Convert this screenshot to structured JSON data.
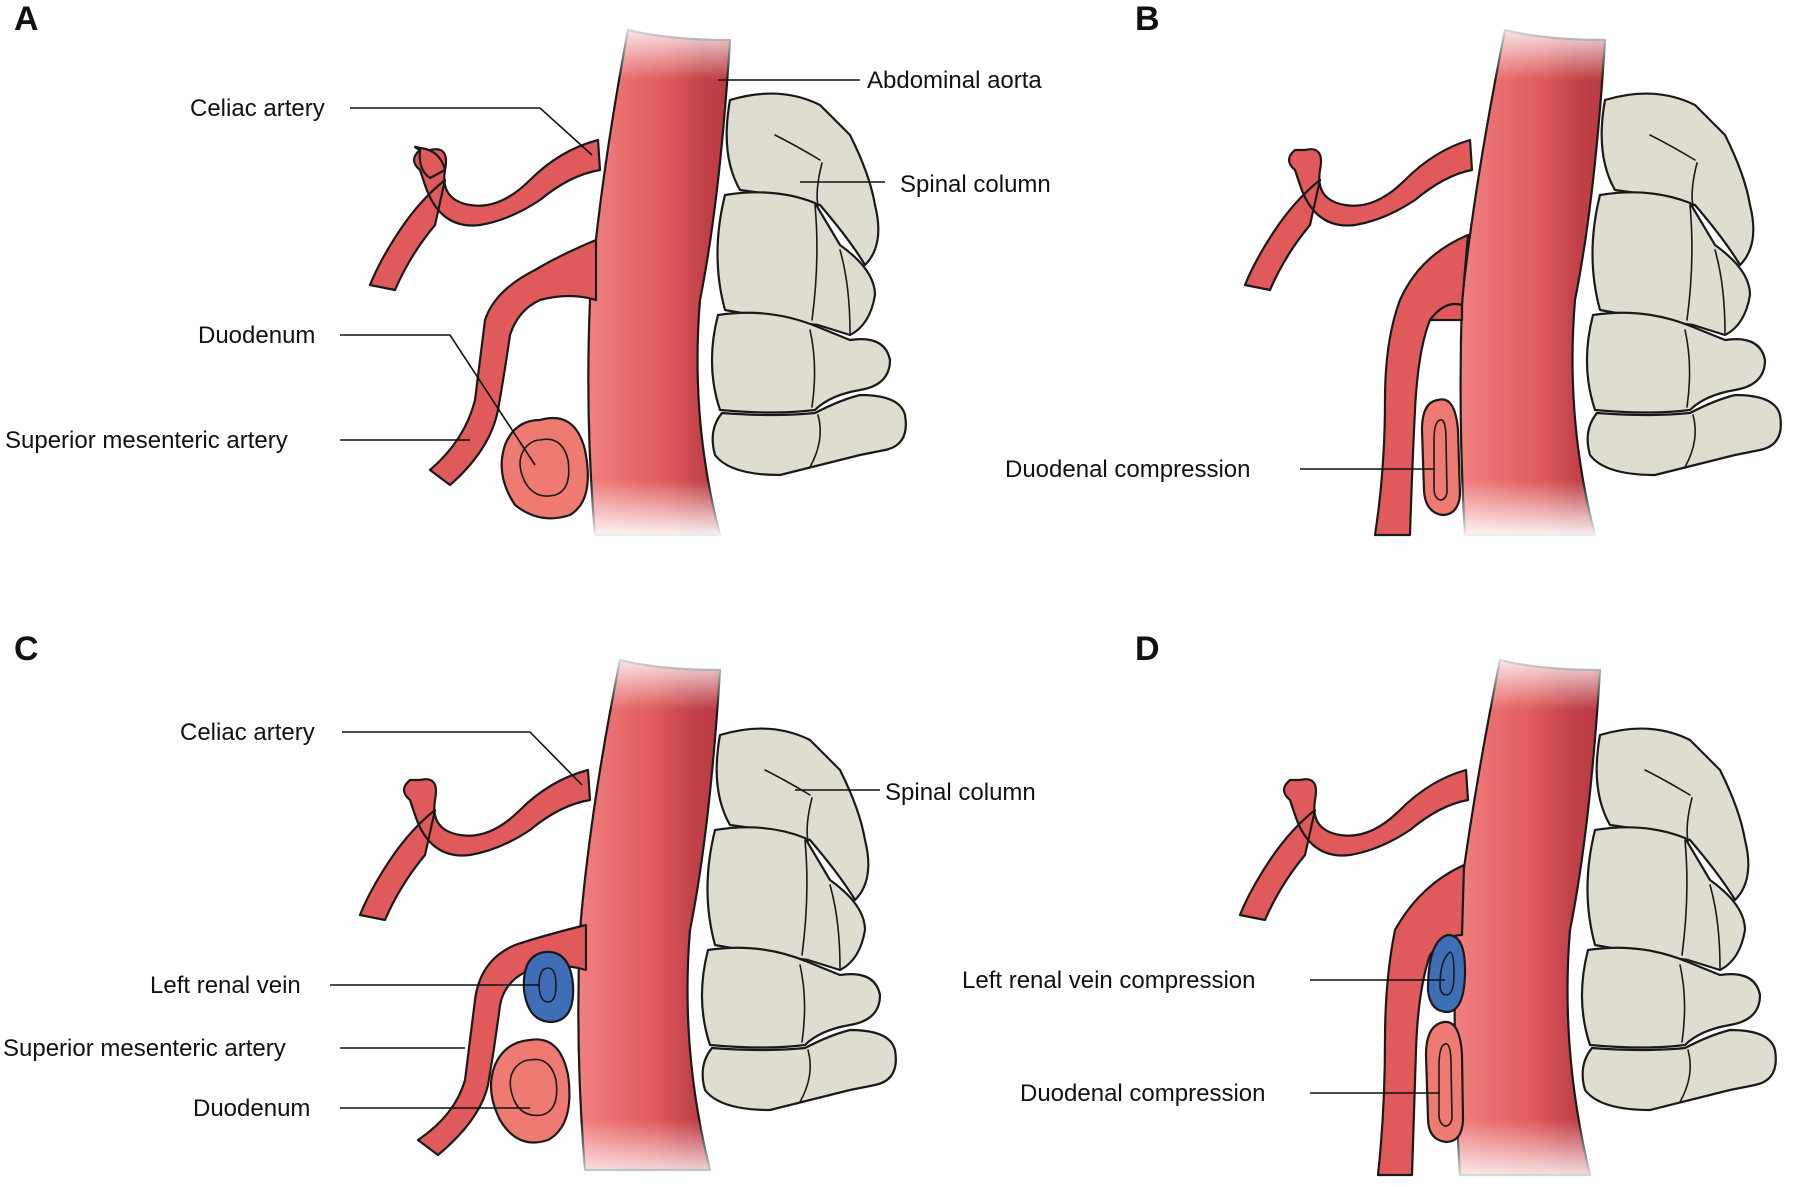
{
  "colors": {
    "artery": "#e05a5c",
    "artery_dark": "#b83a40",
    "artery_light": "#f07b7b",
    "bone": "#deddd0",
    "bone_shade": "#c9c7b8",
    "duodenum_outer": "#ef7a72",
    "duodenum_inner": "#d9463f",
    "vein_outer": "#3e6fb6",
    "vein_inner": "#6a7f9f"
  },
  "panels": {
    "A": {
      "letter": "A",
      "labels": {
        "celiac": "Celiac artery",
        "aorta": "Abdominal aorta",
        "spine": "Spinal column",
        "duodenum": "Duodenum",
        "sma": "Superior mesenteric artery"
      }
    },
    "B": {
      "letter": "B",
      "labels": {
        "duodenal_compression": "Duodenal compression"
      }
    },
    "C": {
      "letter": "C",
      "labels": {
        "celiac": "Celiac artery",
        "spine": "Spinal column",
        "lrv": "Left renal vein",
        "sma": "Superior mesenteric artery",
        "duodenum": "Duodenum"
      }
    },
    "D": {
      "letter": "D",
      "labels": {
        "lrv_compression": "Left renal vein compression",
        "duodenal_compression": "Duodenal compression"
      }
    }
  }
}
